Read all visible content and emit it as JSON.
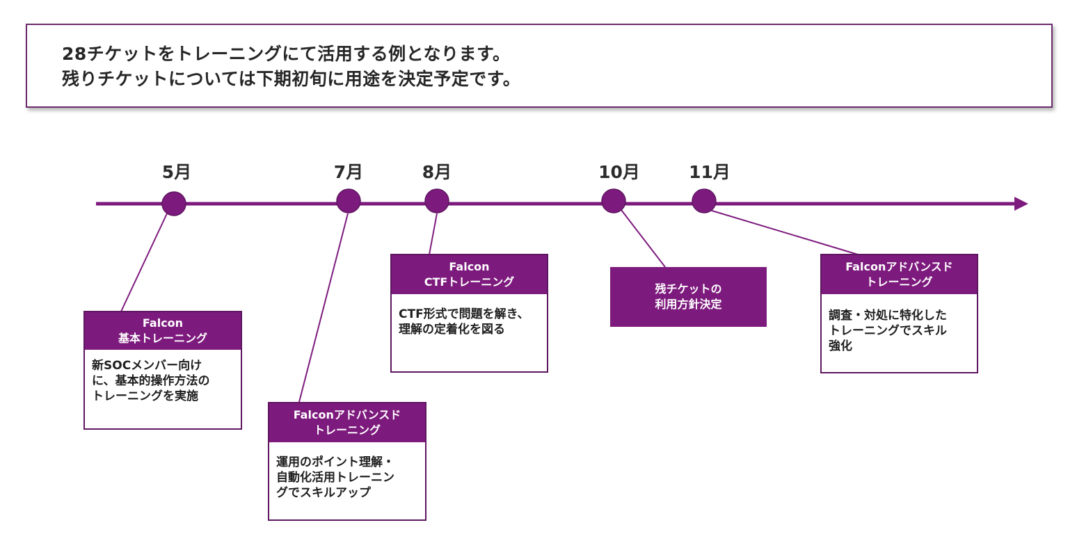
{
  "header": {
    "line1": "28チケットをトレーニングにて活用する例となります。",
    "line2": "残りチケットについては下期初旬に用途を決定予定です。"
  },
  "colors": {
    "accent": "#7d1a7d",
    "border": "#5e1660"
  },
  "timeline": {
    "months": [
      "5月",
      "7月",
      "8月",
      "10月",
      "11月"
    ]
  },
  "cards": {
    "may": {
      "title1": "Falcon",
      "title2": "基本トレーニング",
      "body": [
        "新SOCメンバー向け",
        "に、基本的操作方法の",
        "トレーニングを実施"
      ]
    },
    "jul": {
      "title1": "Falconアドバンスド",
      "title2": "トレーニング",
      "body": [
        "運用のポイント理解・",
        "自動化活用トレーニン",
        "グでスキルアップ"
      ]
    },
    "aug": {
      "title1": "Falcon",
      "title2": "CTFトレーニング",
      "body": [
        "CTF形式で問題を解き、",
        "理解の定着化を図る"
      ]
    },
    "oct": {
      "title1": "残チケットの",
      "title2": "利用方針決定"
    },
    "nov": {
      "title1": "Falconアドバンスド",
      "title2": "トレーニング",
      "body": [
        "調査・対処に特化した",
        "トレーニングでスキル",
        "強化"
      ]
    }
  }
}
